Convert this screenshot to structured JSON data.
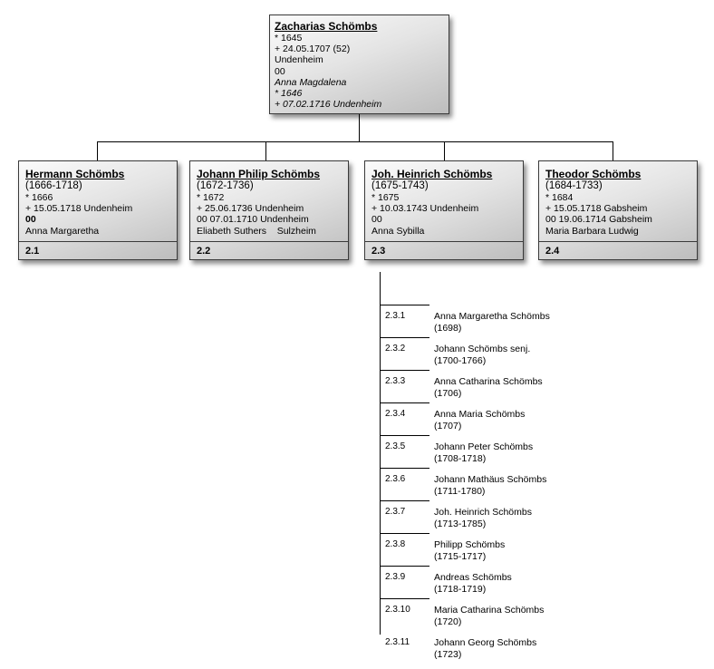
{
  "root": {
    "name": "Zacharias  Schömbs",
    "born": "* 1645",
    "died": "+ 24.05.1707 (52)",
    "place": "Undenheim",
    "marriage": "00",
    "spouse_name": "Anna Magdalena",
    "spouse_born": "* 1646",
    "spouse_died": "+ 07.02.1716 Undenheim"
  },
  "children": [
    {
      "name": "Hermann Schömbs",
      "years": "(1666-1718)",
      "born": "* 1666",
      "died": "+ 15.05.1718 Undenheim",
      "marriage": "00",
      "spouse": "Anna Margaretha",
      "number": "2.1"
    },
    {
      "name": "Johann Philip Schömbs",
      "years": "(1672-1736)",
      "born": "* 1672",
      "died": "+ 25.06.1736 Undenheim",
      "marriage": "00 07.01.1710 Undenheim",
      "spouse": "Eliabeth Suthers    Sulzheim",
      "number": "2.2"
    },
    {
      "name": "Joh. Heinrich Schömbs",
      "years": "(1675-1743)",
      "born": "* 1675",
      "died": "+ 10.03.1743 Undenheim",
      "marriage": "00",
      "spouse": "Anna Sybilla",
      "number": "2.3"
    },
    {
      "name": "Theodor Schömbs",
      "years": "(1684-1733)",
      "born": "* 1684",
      "died": "+ 15.05.1718 Gabsheim",
      "marriage": "00 19.06.1714 Gabsheim",
      "spouse": "Maria Barbara Ludwig",
      "number": "2.4"
    }
  ],
  "grandchildren": [
    {
      "number": "2.3.1",
      "name": "Anna Margaretha Schömbs",
      "years": "(1698)"
    },
    {
      "number": "2.3.2",
      "name": "Johann Schömbs senj.",
      "years": "(1700-1766)"
    },
    {
      "number": "2.3.3",
      "name": "Anna Catharina Schömbs",
      "years": "(1706)"
    },
    {
      "number": "2.3.4",
      "name": "Anna Maria Schömbs",
      "years": "(1707)"
    },
    {
      "number": "2.3.5",
      "name": "Johann Peter Schömbs",
      "years": "(1708-1718)"
    },
    {
      "number": "2.3.6",
      "name": "Johann Mathäus Schömbs",
      "years": "(1711-1780)"
    },
    {
      "number": "2.3.7",
      "name": "Joh. Heinrich Schömbs",
      "years": "(1713-1785)"
    },
    {
      "number": "2.3.8",
      "name": "Philipp Schömbs",
      "years": "(1715-1717)"
    },
    {
      "number": "2.3.9",
      "name": "Andreas Schömbs",
      "years": "(1718-1719)"
    },
    {
      "number": "2.3.10",
      "name": "Maria Catharina Schömbs",
      "years": "(1720)"
    },
    {
      "number": "2.3.11",
      "name": "Johann Georg Schömbs",
      "years": "(1723)"
    }
  ]
}
